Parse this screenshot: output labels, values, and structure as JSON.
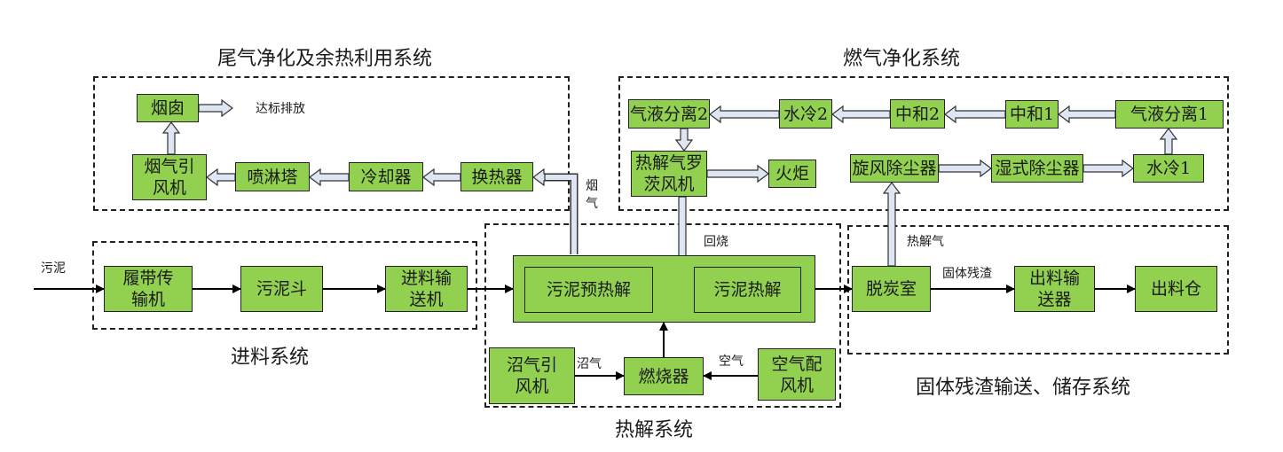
{
  "groups": {
    "exhaust": "尾气净化及余热利用系统",
    "gas_clean": "燃气净化系统",
    "feed": "进料系统",
    "pyrolysis": "热解系统",
    "residue": "固体残渣输送、储存系统"
  },
  "boxes": {
    "chimney": "烟囱",
    "flue_fan": "烟气引\n风机",
    "spray_tower": "喷淋塔",
    "cooler": "冷却器",
    "heat_exchanger": "换热器",
    "gl_sep2": "气液分离2",
    "water_cool2": "水冷2",
    "neutral2": "中和2",
    "neutral1": "中和1",
    "gl_sep1": "气液分离1",
    "roots_fan": "热解气罗\n茨风机",
    "torch": "火炬",
    "cyclone": "旋风除尘器",
    "wet_dust": "湿式除尘器",
    "water_cool1": "水冷1",
    "crawler": "履带传\n输机",
    "sludge_hopper": "污泥斗",
    "feed_conveyor": "进料输\n送机",
    "preheat": "污泥预热解",
    "pyrolyze": "污泥热解",
    "biogas_fan": "沼气引\n风机",
    "burner": "燃烧器",
    "air_fan": "空气配\n风机",
    "decarb": "脱炭室",
    "out_conveyor": "出料输\n送器",
    "out_bin": "出料仓"
  },
  "labels": {
    "emission": "达标排放",
    "sludge": "污泥",
    "flue_gas": "烟\n气",
    "reburn": "回烧",
    "biogas": "沼气",
    "air": "空气",
    "pyro_gas": "热解气",
    "residue": "固体残渣"
  },
  "colors": {
    "box_fill": "#92d050",
    "hollow_arrow_fill": "#dde6f2"
  }
}
